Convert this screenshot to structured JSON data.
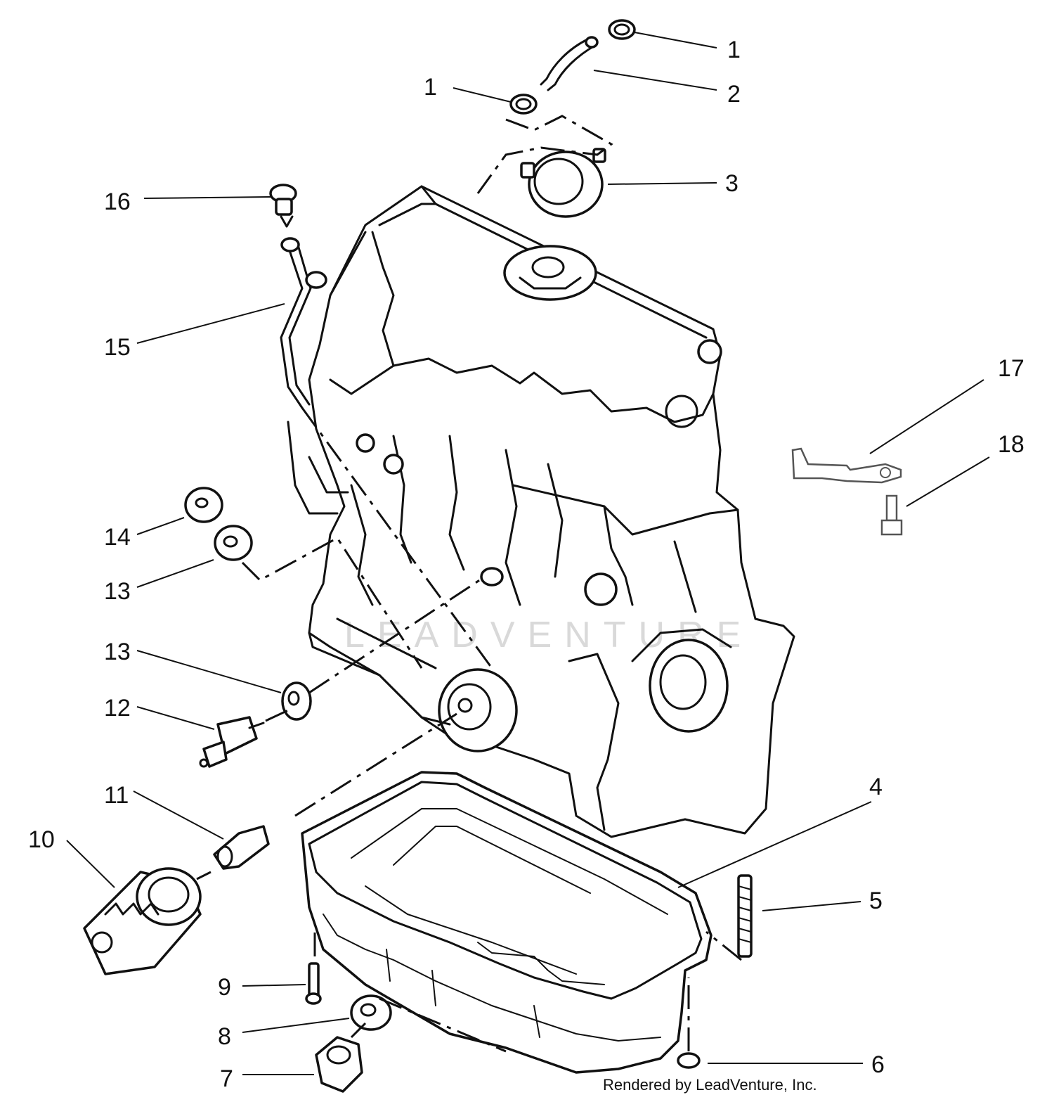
{
  "credit": "Rendered by LeadVenture, Inc.",
  "watermark": "LEADVENTURE",
  "callouts": {
    "c1a": "1",
    "c1b": "1",
    "c2": "2",
    "c3": "3",
    "c4": "4",
    "c5": "5",
    "c6": "6",
    "c7": "7",
    "c8": "8",
    "c9": "9",
    "c10": "10",
    "c11": "11",
    "c12": "12",
    "c13a": "13",
    "c13b": "13",
    "c14": "14",
    "c15": "15",
    "c16": "16",
    "c17": "17",
    "c18": "18"
  }
}
